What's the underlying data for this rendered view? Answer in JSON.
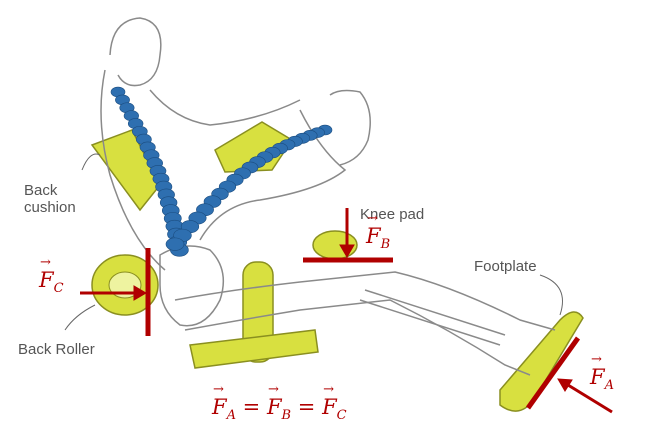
{
  "labels": {
    "back_cushion": [
      "Back",
      "cushion"
    ],
    "knee_pad": "Knee pad",
    "footplate": "Footplate",
    "back_roller": "Back Roller"
  },
  "forces": {
    "fa": {
      "symbol": "F",
      "sub": "A"
    },
    "fb": {
      "symbol": "F",
      "sub": "B"
    },
    "fc": {
      "symbol": "F",
      "sub": "C"
    }
  },
  "equation": {
    "t1": "F",
    "s1": "A",
    "op1": "=",
    "t2": "F",
    "s2": "B",
    "op2": "=",
    "t3": "F",
    "s3": "C"
  },
  "colors": {
    "pad": "#d8e040",
    "pad_stroke": "#8a8f20",
    "spine": "#2e6fb0",
    "force": "#b00000",
    "outline": "#8a8a8a"
  }
}
